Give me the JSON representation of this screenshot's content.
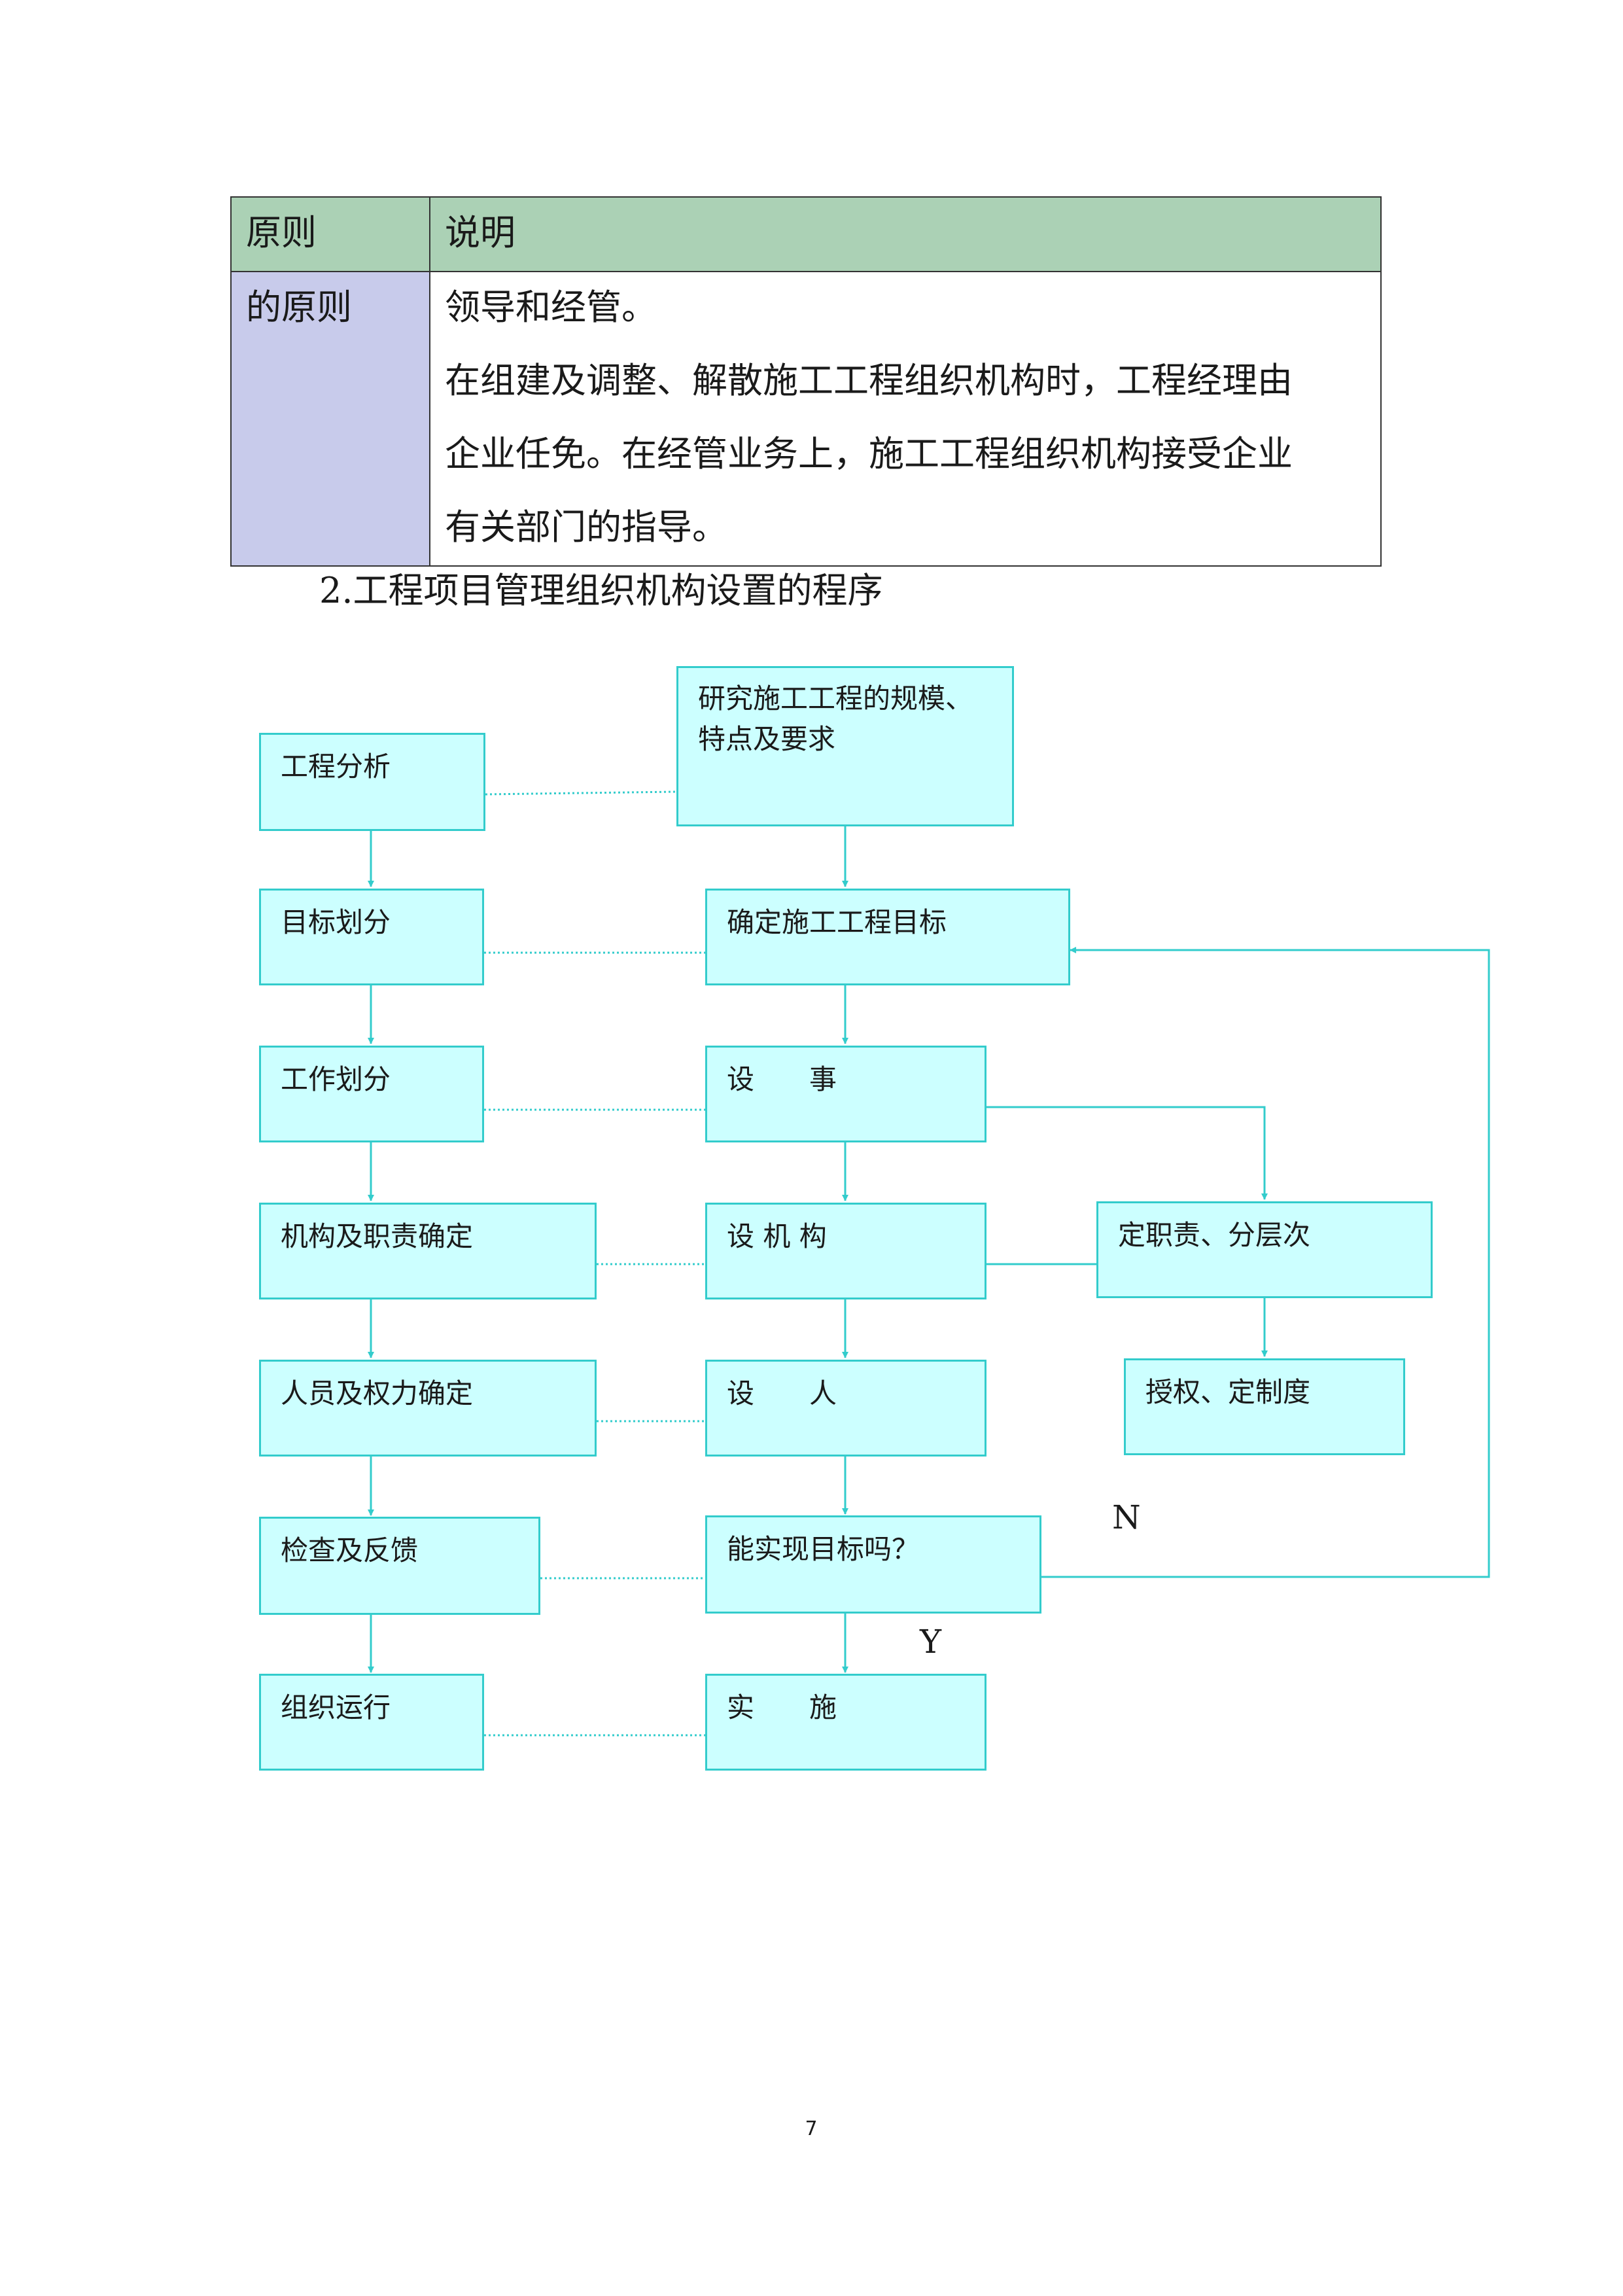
{
  "table": {
    "header_col1": "原则",
    "header_col2": "说明",
    "row_col1": "的原则",
    "row_lines": [
      "领导和经管。",
      "在组建及调整、解散施工工程组织机构时，工程经理由",
      "企业任免。在经管业务上，施工工程组织机构接受企业",
      "有关部门的指导。"
    ]
  },
  "section_title": "2.工程项目管理组织机构设置的程序",
  "flowchart": {
    "left": [
      "工程分析",
      "目标划分",
      "工作划分",
      "机构及职责确定",
      "人员及权力确定",
      "检查及反馈",
      "组织运行"
    ],
    "center": [
      "研究施工工程的规模、",
      "特点及要求",
      "确定施工工程目标",
      "设　　事",
      "设 机 构",
      "设　　人",
      "能实现目标吗？",
      "实　　施"
    ],
    "right": [
      "定职责、分层次",
      "授权、定制度"
    ],
    "label_no": "N",
    "label_yes": "Y"
  },
  "colors": {
    "box_fill": "#ccffff",
    "box_border": "#33cccc",
    "table_header": "#abd1b5",
    "table_left_column": "#c8cbeb"
  },
  "page_number": "7"
}
